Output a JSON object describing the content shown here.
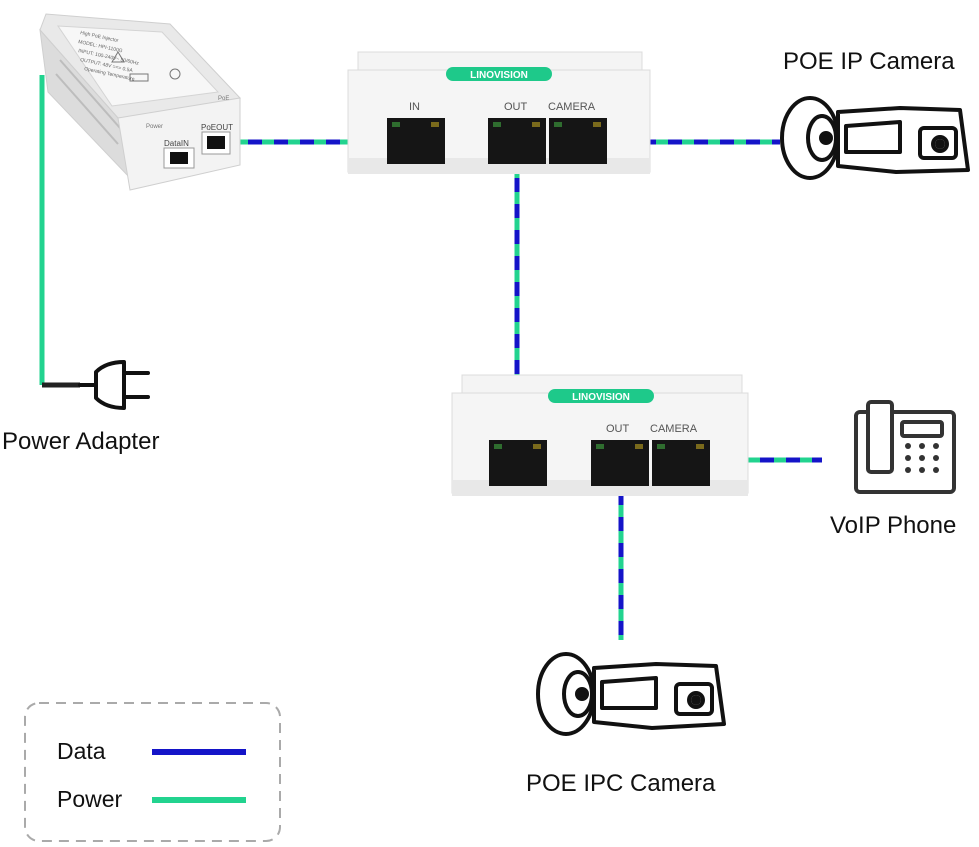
{
  "labels": {
    "power_adapter": "Power Adapter",
    "poe_ip_camera": "POE IP Camera",
    "voip_phone": "VoIP Phone",
    "poe_ipc_camera": "POE IPC Camera"
  },
  "injector": {
    "port_data_in": "DataIN",
    "port_poe_out": "PoEOUT",
    "label_power": "Power",
    "label_poe": "PoE",
    "label_lines": [
      "High PoE Injector",
      "MODEL: HPI-1100G",
      "INPUT: 100-240V~ 50/60Hz",
      "OUTPUT: 48V === 0.5A",
      "Operating Temperature"
    ]
  },
  "splitter_top": {
    "brand": "LINOVISION",
    "port_in": "IN",
    "port_out": "OUT",
    "port_camera": "CAMERA"
  },
  "splitter_bottom": {
    "brand": "LINOVISION",
    "port_out": "OUT",
    "port_camera": "CAMERA"
  },
  "legend": {
    "items": [
      {
        "label": "Data",
        "color": "#1414c8"
      },
      {
        "label": "Power",
        "color": "#22d38f"
      }
    ]
  },
  "colors": {
    "data": "#1414c8",
    "power": "#22d38f",
    "brand": "#1ec98a",
    "device_body": "#f2f2f2",
    "outline": "#333333"
  }
}
